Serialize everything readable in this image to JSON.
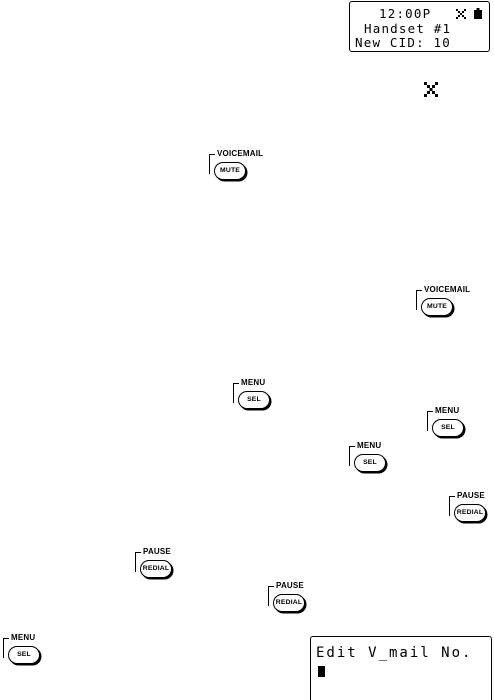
{
  "display_top": {
    "time": "12:00P",
    "line2": "Handset #1",
    "line3": "New CID: 10",
    "icons": [
      "voicemail-icon",
      "battery-icon"
    ]
  },
  "display_bottom": {
    "line1": "Edit V_mail No.",
    "cursor": "block-cursor"
  },
  "keys": {
    "mute": {
      "label": "VOICEMAIL",
      "button": "MUTE"
    },
    "sel": {
      "label": "MENU",
      "button": "SEL"
    },
    "redial": {
      "label": "PAUSE",
      "button": "REDIAL"
    }
  }
}
